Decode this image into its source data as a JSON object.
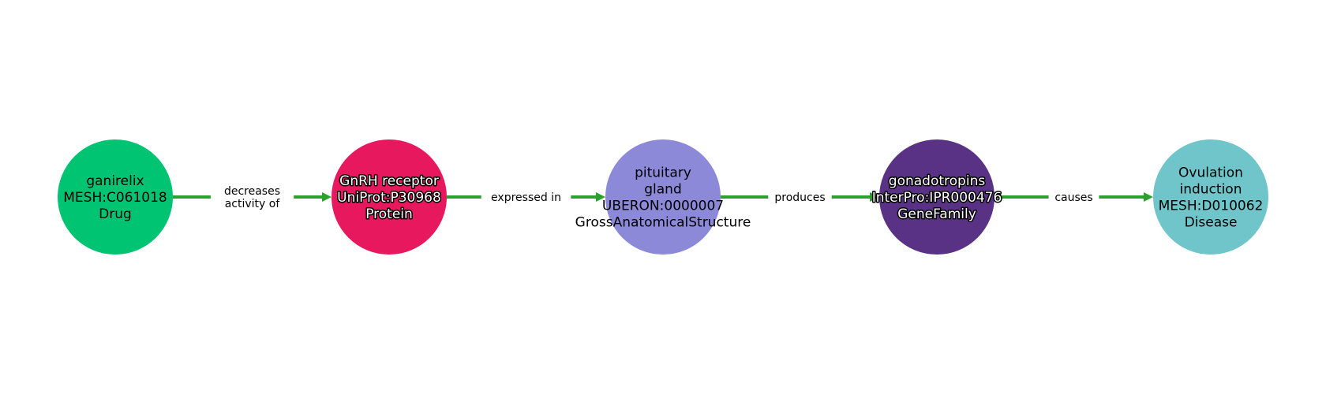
{
  "edge_color": "#2ca02c",
  "nodes": [
    {
      "lines": [
        "ganirelix",
        "MESH:C061018",
        "Drug"
      ],
      "color": "#00c472",
      "text_style": "light"
    },
    {
      "lines": [
        "GnRH receptor",
        "UniProt:P30968",
        "Protein"
      ],
      "color": "#e8185f",
      "text_style": "dark"
    },
    {
      "lines": [
        "pituitary",
        "gland",
        "UBERON:0000007",
        "GrossAnatomicalStructure"
      ],
      "color": "#8c8ad8",
      "text_style": "light"
    },
    {
      "lines": [
        "gonadotropins",
        "InterPro:IPR000476",
        "GeneFamily"
      ],
      "color": "#5a3285",
      "text_style": "dark"
    },
    {
      "lines": [
        "Ovulation",
        "induction",
        "MESH:D010062",
        "Disease"
      ],
      "color": "#70c5ca",
      "text_style": "light"
    }
  ],
  "edges": [
    {
      "lines": [
        "decreases",
        "activity of"
      ]
    },
    {
      "lines": [
        "expressed in"
      ]
    },
    {
      "lines": [
        "produces"
      ]
    },
    {
      "lines": [
        "causes"
      ]
    }
  ]
}
